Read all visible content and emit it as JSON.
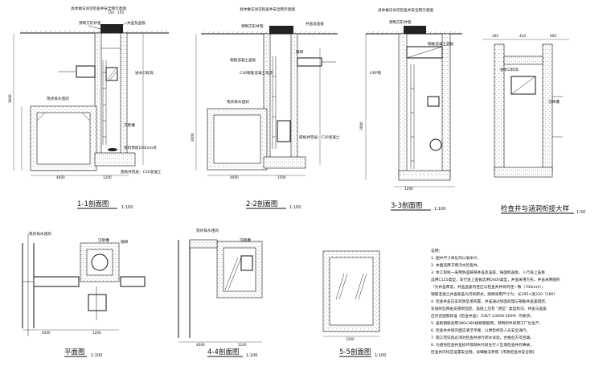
{
  "sections": {
    "s11": {
      "title": "1-1剖面图",
      "scale": "1:100"
    },
    "s22": {
      "title": "2-2剖面图",
      "scale": "1:100"
    },
    "s33": {
      "title": "3-3剖面图",
      "scale": "1:100"
    },
    "detail": {
      "title": "检查井与涵洞衔接大样",
      "scale": "1:50"
    },
    "plan": {
      "title": "平面图",
      "scale": "1:100"
    },
    "s44": {
      "title": "4-4剖面图",
      "scale": "1:100"
    },
    "s55": {
      "title": "5-5剖面图",
      "scale": "1:100"
    }
  },
  "labels": {
    "safety_net": "具体做法详见检查井安全网示意图",
    "precast_pipe": "预制方形井管",
    "cover": "井盖及盖板",
    "existing_culvert": "现状排水涵洞",
    "settle_basin": "沉降槽",
    "steel_cover": "钢筋混凝土盖板",
    "step": "踏梯",
    "pipe_gr": "GRP管",
    "wall_c30": "C30钢筋混凝土现浇",
    "water_inlet": "进水口标高",
    "bottom_c30": "底板井垫层：C30混凝土",
    "pump_base": "泵坑预留100mm坑",
    "hatch_in": "底板井垫层：C30混凝土",
    "existing_culvert_plan": "现状排水涵洞",
    "detail_note": "钢筋混凝土盖板"
  },
  "dimensions": {
    "d4000": "4000",
    "d1200": "1200",
    "d1500": "1500",
    "d3000": "3000",
    "d150": "150",
    "d300": "300",
    "d600": "600",
    "d420": "420"
  },
  "notes": {
    "header": "说明：",
    "items": [
      "1. 图中尺寸单位均以毫米计。",
      "2. 本图适用于雨污水检查井。",
      "3. 本工程统一采用防盗铸铁井盖及盖座，按国标盖板，人行道上盖板",
      "   选用C125类型，车行道上盖板选用D400类型，井盖采用方形，井盖采用圆形",
      "   『为井盖厚度，井盖盖座内径应与检查井井筒内径一致（700mm）』",
      "   钢筋混凝土井盖板盖为可拆卸式，踏梯采用尺寸为：长295×宽220（180）",
      "4. 检查井盖应安装防坠落装置，井盖通过加固处理与钢筋井盖座固结，",
      "   双层防坠网由支撑架固定，盖底上应有 “防坠” 类型标识，井盖与盖座",
      "   应符合国家标准《检查井盖》（GB/T 23858-2009）的要求。",
      "5. 盖板钢筋采用380x380规格钢筋网，预制构件采用工厂化生产，",
      "6. 检查井井筒内壁应清洁平顺，以便检修及人员安全通行。",
      "7. 施工完毕后必须对检查井进行闭水试验，合格后方可回填。",
      "8. 为避免检查井盖损坏或缺失时发生行人坠落检查井的事故，",
      "   检查井内均应设置安全网，详细做法参照《市政检查井安全网》"
    ]
  }
}
